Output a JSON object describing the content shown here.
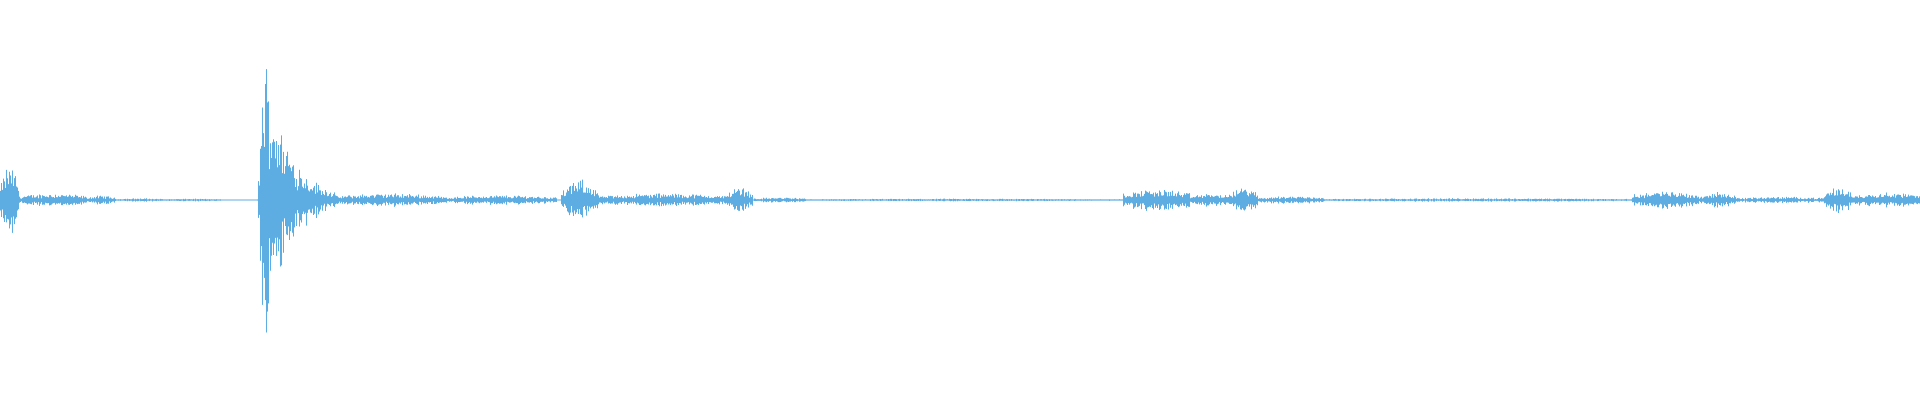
{
  "waveform": {
    "color": "#5DADE2",
    "amplitude_scale": 1.0,
    "segments": [
      {
        "start": 0.0,
        "end": 0.01,
        "amp": 0.16,
        "shape": "burst"
      },
      {
        "start": 0.01,
        "end": 0.045,
        "amp": 0.03,
        "shape": "flat"
      },
      {
        "start": 0.045,
        "end": 0.06,
        "amp": 0.02,
        "shape": "flat"
      },
      {
        "start": 0.06,
        "end": 0.085,
        "amp": 0.008,
        "shape": "flat"
      },
      {
        "start": 0.085,
        "end": 0.115,
        "amp": 0.006,
        "shape": "flat"
      },
      {
        "start": 0.134,
        "end": 0.175,
        "amp": 0.68,
        "shape": "decay"
      },
      {
        "start": 0.175,
        "end": 0.23,
        "amp": 0.03,
        "shape": "flat"
      },
      {
        "start": 0.23,
        "end": 0.29,
        "amp": 0.022,
        "shape": "flat"
      },
      {
        "start": 0.292,
        "end": 0.312,
        "amp": 0.09,
        "shape": "burst"
      },
      {
        "start": 0.312,
        "end": 0.38,
        "amp": 0.03,
        "shape": "flat"
      },
      {
        "start": 0.378,
        "end": 0.392,
        "amp": 0.06,
        "shape": "burst"
      },
      {
        "start": 0.392,
        "end": 0.42,
        "amp": 0.012,
        "shape": "flat"
      },
      {
        "start": 0.42,
        "end": 0.585,
        "amp": 0.006,
        "shape": "flat"
      },
      {
        "start": 0.585,
        "end": 0.62,
        "amp": 0.05,
        "shape": "flat"
      },
      {
        "start": 0.62,
        "end": 0.64,
        "amp": 0.03,
        "shape": "flat"
      },
      {
        "start": 0.64,
        "end": 0.655,
        "amp": 0.06,
        "shape": "burst"
      },
      {
        "start": 0.655,
        "end": 0.69,
        "amp": 0.018,
        "shape": "flat"
      },
      {
        "start": 0.69,
        "end": 0.85,
        "amp": 0.008,
        "shape": "flat"
      },
      {
        "start": 0.85,
        "end": 0.885,
        "amp": 0.04,
        "shape": "flat"
      },
      {
        "start": 0.885,
        "end": 0.905,
        "amp": 0.035,
        "shape": "burst"
      },
      {
        "start": 0.905,
        "end": 0.95,
        "amp": 0.015,
        "shape": "flat"
      },
      {
        "start": 0.95,
        "end": 0.965,
        "amp": 0.06,
        "shape": "burst"
      },
      {
        "start": 0.965,
        "end": 1.0,
        "amp": 0.035,
        "shape": "flat"
      }
    ]
  }
}
